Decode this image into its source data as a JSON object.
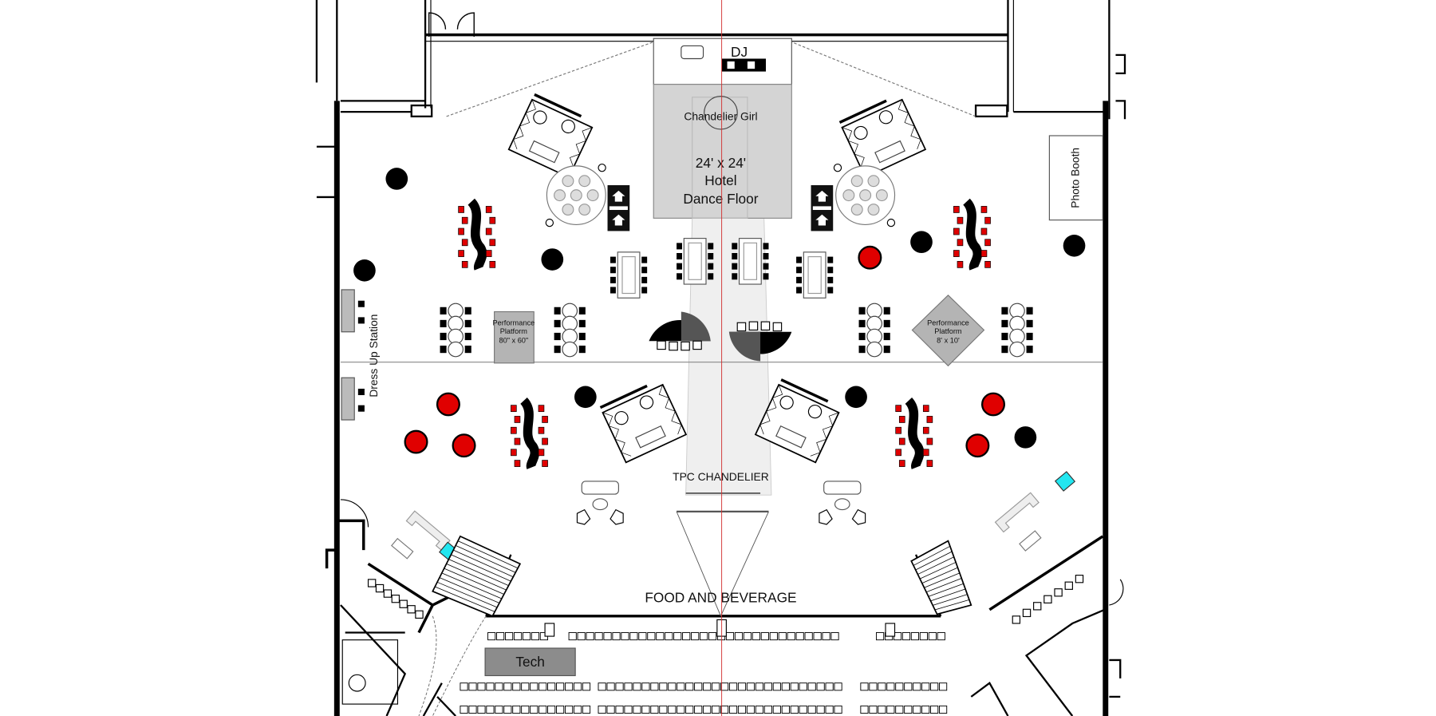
{
  "title": "Event floor plan",
  "labels": {
    "dj": "DJ",
    "chandelier_girl": "Chandelier Girl",
    "dance_floor_size": "24' x 24'",
    "dance_floor_hotel": "Hotel",
    "dance_floor_name": "Dance Floor",
    "photo_booth": "Photo Booth",
    "platform_left_line1": "Performance",
    "platform_left_line2": "Platform",
    "platform_left_size": "80\" x 60\"",
    "platform_right_line1": "Performance",
    "platform_right_line2": "Platform",
    "platform_right_size": "8' x 10'",
    "dress_up_station": "Dress Up Station",
    "tpc_chandelier": "TPC CHANDELIER",
    "food_and_beverage": "FOOD AND BEVERAGE",
    "tech": "Tech"
  },
  "colors": {
    "wall": "#000000",
    "accent_red": "#e00000",
    "cyan": "#22e6f0",
    "dance_floor": "#d4d4d4",
    "platform": "#b4b4b4",
    "tech": "#8c8c8c",
    "centerline": "#d23030"
  }
}
